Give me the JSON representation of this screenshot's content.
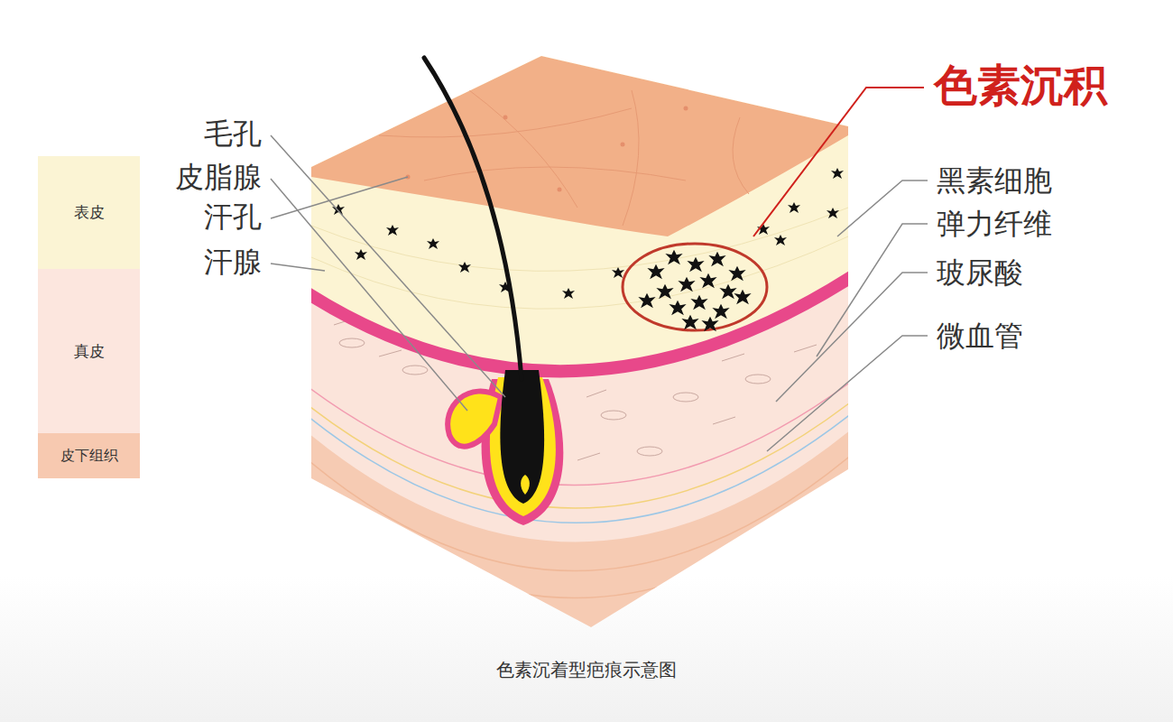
{
  "diagram": {
    "caption": "色素沉着型疤痕示意图",
    "nodes": [
      {
        "text": [
          "表皮"
        ]
      },
      {
        "text": [
          "真皮"
        ]
      },
      {
        "text": [
          "皮下组织"
        ]
      }
    ],
    "labels": [
      "色素沉积",
      "毛孔",
      "皮脂腺",
      "汗孔",
      "汗腺",
      "黑素细胞",
      "弹力纤维",
      "玻尿酸",
      "微血管"
    ]
  }
}
